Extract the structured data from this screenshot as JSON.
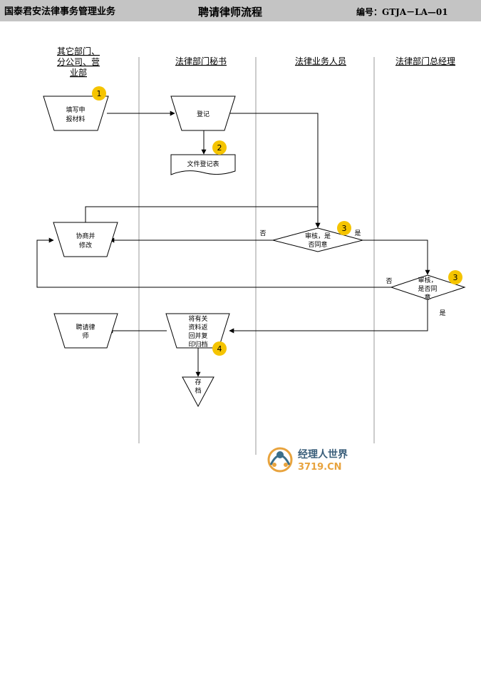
{
  "header": {
    "company": "国泰君安法律事务管理业务",
    "title": "聘请律师流程",
    "code": "编号：GTJA－LA—01"
  },
  "lanes": {
    "other_dept": [
      "其它部门、",
      "分公司、营",
      "业部"
    ],
    "secretary": "法律部门秘书",
    "business_staff": "法律业务人员",
    "general_manager": "法律部门总经理"
  },
  "nodes": {
    "fill_materials": [
      "填写申",
      "报材料"
    ],
    "register": "登记",
    "file_register_form": "文件登记表",
    "review_staff": [
      "审核，是",
      "否同意"
    ],
    "negotiate": [
      "协商并",
      "修改"
    ],
    "review_gm": [
      "审核，",
      "是否同",
      "意"
    ],
    "hire_lawyer": [
      "聘请律",
      "师"
    ],
    "return_docs": [
      "将有关",
      "资料返",
      "回并复",
      "印归档"
    ],
    "archive": [
      "存",
      "档"
    ]
  },
  "edge_labels": {
    "staff_no": "否",
    "staff_yes": "是",
    "gm_no": "否",
    "gm_yes": "是"
  },
  "badges": {
    "step1": "1",
    "step2": "2",
    "step3_staff": "3",
    "step3_gm": "3",
    "step4": "4"
  },
  "watermark": {
    "name": "经理人世界",
    "url": "3719.CN"
  },
  "colors": {
    "header_bg": "#c4c4c4",
    "badge_fill": "#f5c400",
    "lane_divider": "#999999"
  }
}
